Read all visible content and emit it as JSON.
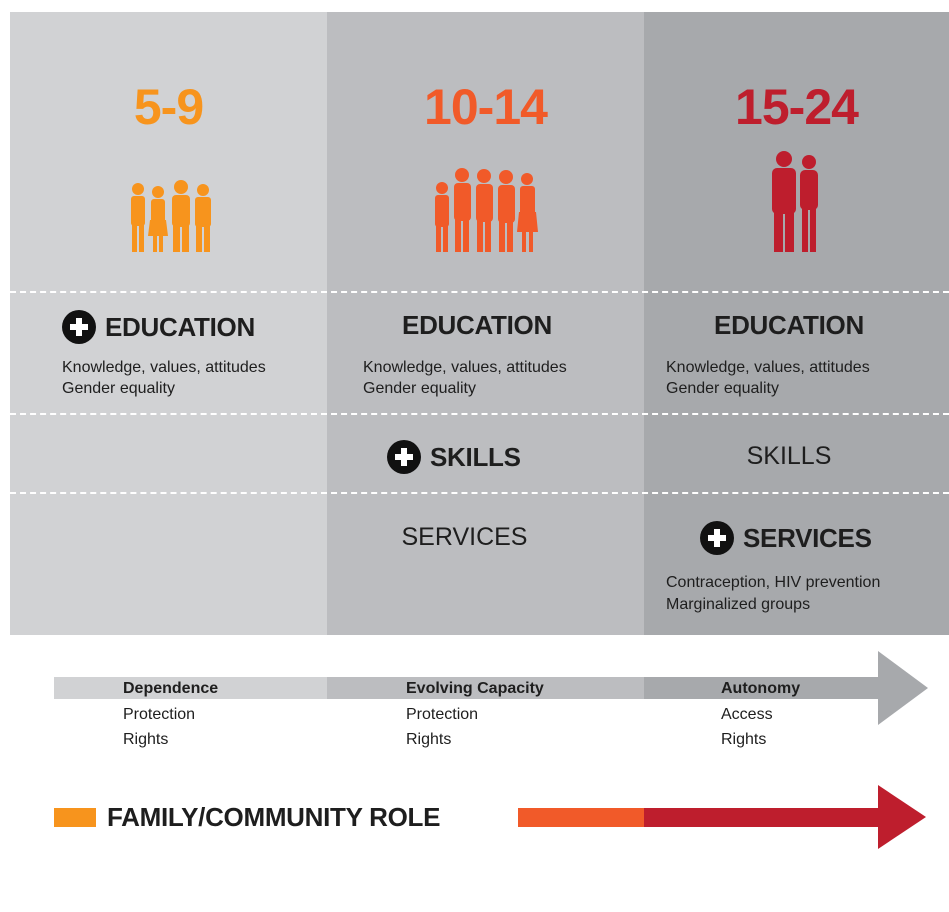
{
  "columns": [
    {
      "age": "5-9",
      "age_color": "#f7941d",
      "education": {
        "heading": "EDUCATION",
        "lines": [
          "Knowledge, values, attitudes",
          "Gender equality"
        ]
      }
    },
    {
      "age": "10-14",
      "age_color": "#f15a29",
      "education": {
        "heading": "EDUCATION",
        "lines": [
          "Knowledge, values, attitudes",
          "Gender equality"
        ]
      },
      "skills": "SKILLS",
      "services": "SERVICES"
    },
    {
      "age": "15-24",
      "age_color": "#be1e2d",
      "education": {
        "heading": "EDUCATION",
        "lines": [
          "Knowledge, values, attitudes",
          "Gender equality"
        ]
      },
      "skills": "SKILLS",
      "services": {
        "heading": "SERVICES",
        "lines": [
          "Contraception, HIV prevention",
          "Marginalized groups"
        ]
      }
    }
  ],
  "stages": [
    {
      "title": "Dependence",
      "lines": [
        "Protection",
        "Rights"
      ]
    },
    {
      "title": "Evolving Capacity",
      "lines": [
        "Protection",
        "Rights"
      ]
    },
    {
      "title": "Autonomy",
      "lines": [
        "Access",
        "Rights"
      ]
    }
  ],
  "family_role": "FAMILY/COMMUNITY ROLE",
  "colors": {
    "col1": "#d1d2d4",
    "col2": "#bcbdc0",
    "col3": "#a7a9ac",
    "orange": "#f7941d",
    "orange_red": "#f15a29",
    "red": "#be1e2d"
  },
  "icons": [
    "children-group-icon",
    "young-adolescents-group-icon",
    "young-couple-icon",
    "plus-icon",
    "arrow-right-icon"
  ]
}
